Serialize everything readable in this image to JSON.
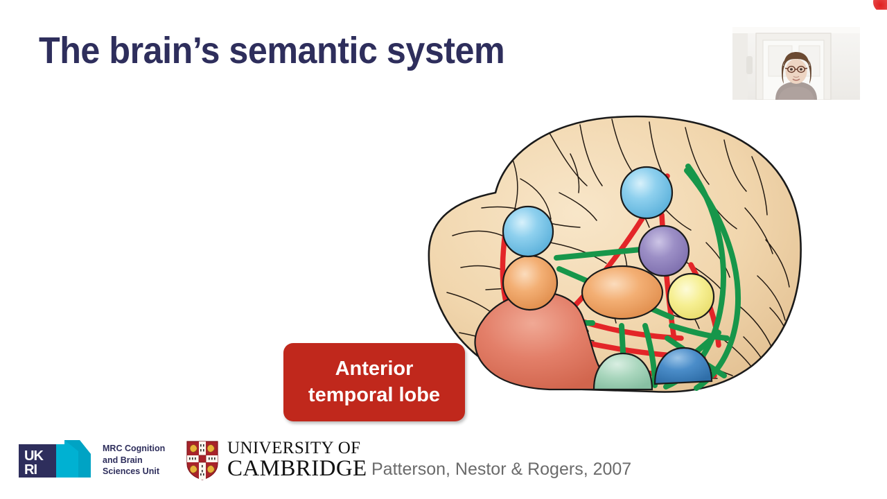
{
  "slide": {
    "title": "The brain’s semantic system",
    "title_color": "#2e2e5c",
    "background_color": "#ffffff"
  },
  "callout": {
    "line1": "Anterior",
    "line2": "temporal lobe",
    "background_color": "#c0281c",
    "text_color": "#ffffff"
  },
  "citation": {
    "text": "Patterson, Nestor & Rogers, 2007",
    "color": "#6b6b6b"
  },
  "logos": {
    "ukri": {
      "mark_text_line1": "UK",
      "mark_text_line2": "RI",
      "navy": "#2e2e5c",
      "cyan": "#00b1d2"
    },
    "mrc_cbu": {
      "line1": "MRC Cognition",
      "line2": "and Brain",
      "line3": "Sciences Unit",
      "color": "#2e2e5c"
    },
    "cambridge": {
      "line1": "UNIVERSITY OF",
      "line2": "CAMBRIDGE",
      "crest_red": "#a8232a",
      "crest_gold": "#e8b23a",
      "text_color": "#111111"
    }
  },
  "figure": {
    "caption_name": "lateral-brain-semantic-network",
    "brain_fill": "#f1d6ad",
    "brain_outline": "#1a1a1a",
    "connection_colors": {
      "green": "#17964a",
      "red": "#e32528"
    },
    "regions": [
      {
        "name": "superior-parietal-blue",
        "color": "#79c8ea",
        "shape": "sphere"
      },
      {
        "name": "inferior-parietal-blue",
        "color": "#79c8ea",
        "shape": "sphere"
      },
      {
        "name": "posterior-middle-temporal-purple",
        "color": "#9c8fc6",
        "shape": "sphere"
      },
      {
        "name": "inferior-frontal-orange",
        "color": "#f0a86a",
        "shape": "sphere"
      },
      {
        "name": "superior-temporal-orange",
        "color": "#f0a86a",
        "shape": "ellipse"
      },
      {
        "name": "occipital-yellow",
        "color": "#f6ef92",
        "shape": "sphere"
      },
      {
        "name": "fusiform-green",
        "color": "#a9d6bd",
        "shape": "dome"
      },
      {
        "name": "posterior-fusiform-blue",
        "color": "#4b8dc9",
        "shape": "dome"
      },
      {
        "name": "anterior-temporal-lobe-red",
        "color": "#e37f69",
        "shape": "lobe"
      }
    ]
  },
  "webcam": {
    "label": "presenter-video",
    "background": "#f4f3f1"
  },
  "corner": {
    "marker_color": "#e02020"
  }
}
